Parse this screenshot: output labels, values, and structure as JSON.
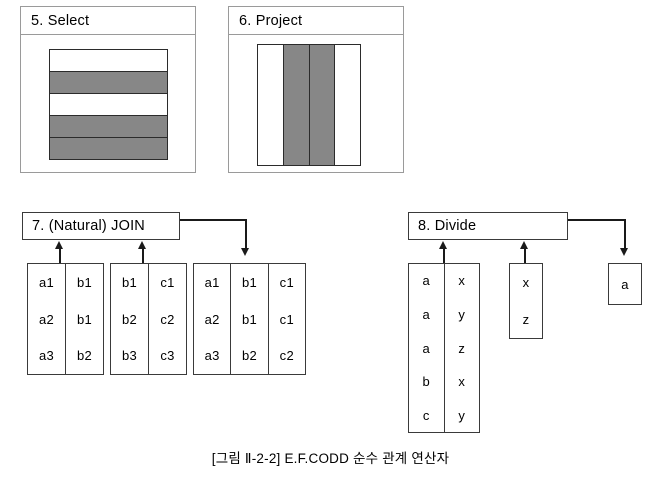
{
  "figure": {
    "caption": "[그림 Ⅱ-2-2] E.F.CODD 순수 관계 연산자",
    "colors": {
      "fill_gray": "#878787",
      "fill_white": "#ffffff",
      "stroke": "#2b2b2b",
      "panel_border": "#9a9a9a",
      "background": "#ffffff"
    }
  },
  "panels": {
    "select": {
      "title": "5. Select",
      "diagram_type": "horizontal-stripes",
      "rows": [
        {
          "fill": "white"
        },
        {
          "fill": "gray"
        },
        {
          "fill": "white"
        },
        {
          "fill": "gray"
        },
        {
          "fill": "gray"
        }
      ]
    },
    "project": {
      "title": "6. Project",
      "diagram_type": "vertical-columns",
      "columns": [
        {
          "fill": "white"
        },
        {
          "fill": "gray"
        },
        {
          "fill": "gray"
        },
        {
          "fill": "white"
        }
      ]
    }
  },
  "operations": {
    "join": {
      "title": "7. (Natural) JOIN",
      "inputs": [
        {
          "name": "relation-r",
          "columns": [
            [
              "a1",
              "a2",
              "a3"
            ],
            [
              "b1",
              "b1",
              "b2"
            ]
          ]
        },
        {
          "name": "relation-s",
          "columns": [
            [
              "b1",
              "b2",
              "b3"
            ],
            [
              "c1",
              "c2",
              "c3"
            ]
          ]
        }
      ],
      "output": {
        "name": "relation-result",
        "columns": [
          [
            "a1",
            "a2",
            "a3"
          ],
          [
            "b1",
            "b1",
            "b2"
          ],
          [
            "c1",
            "c1",
            "c2"
          ]
        ]
      }
    },
    "divide": {
      "title": "8. Divide",
      "inputs": [
        {
          "name": "relation-r",
          "columns": [
            [
              "a",
              "a",
              "a",
              "b",
              "c"
            ],
            [
              "x",
              "y",
              "z",
              "x",
              "y"
            ]
          ]
        },
        {
          "name": "relation-s",
          "columns": [
            [
              "x",
              "z"
            ]
          ]
        }
      ],
      "output": {
        "name": "relation-result",
        "columns": [
          [
            "a"
          ]
        ]
      }
    }
  }
}
